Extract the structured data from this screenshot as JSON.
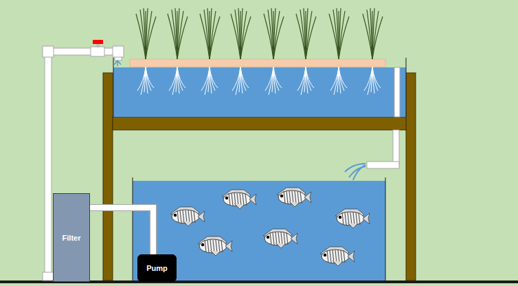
{
  "diagram": {
    "nodes": [
      {
        "text": [
          "Filter"
        ]
      },
      {
        "text": [
          "Pump"
        ]
      }
    ],
    "edges": [
      {
        "from": 1,
        "to": 0,
        "arrow": "none"
      }
    ]
  }
}
